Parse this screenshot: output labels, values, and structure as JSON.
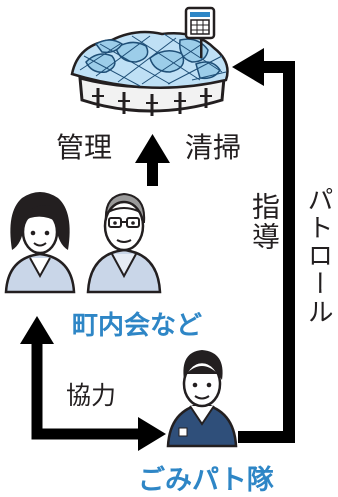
{
  "labels": {
    "kanri": "管理",
    "seisou": "清掃",
    "chonaikai": "町内会など",
    "kyoryoku": "協力",
    "shidou": "指導",
    "patrol": "パトロール",
    "gomipato": "ごみパト隊"
  },
  "colors": {
    "accent_blue": "#2e86c6",
    "arrow": "#000000",
    "garbage_blue": "#bfe0f5",
    "person_fill": "#c9d6e8"
  }
}
